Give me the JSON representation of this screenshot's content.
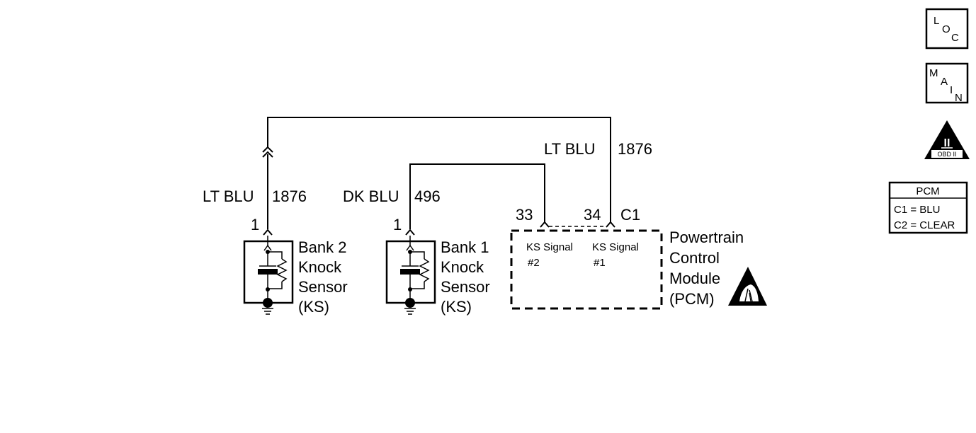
{
  "wires": {
    "left_color": "LT BLU",
    "left_circuit": "1876",
    "mid_color": "DK BLU",
    "mid_circuit": "496",
    "right_color": "LT BLU",
    "right_circuit": "1876"
  },
  "sensors": {
    "bank2": {
      "pin": "1",
      "line1": "Bank 2",
      "line2": "Knock",
      "line3": "Sensor",
      "line4": "(KS)"
    },
    "bank1": {
      "pin": "1",
      "line1": "Bank 1",
      "line2": "Knock",
      "line3": "Sensor",
      "line4": "(KS)"
    }
  },
  "pcm": {
    "pin_a": "33",
    "pin_b": "34",
    "connector": "C1",
    "signal2_line1": "KS Signal",
    "signal2_line2": "#2",
    "signal1_line1": "KS Signal",
    "signal1_line2": "#1",
    "name_line1": "Powertrain",
    "name_line2": "Control",
    "name_line3": "Module",
    "name_line4": "(PCM)"
  },
  "sidebar": {
    "loc_button": {
      "l1": "L",
      "l2": "O",
      "l3": "C"
    },
    "main_button": {
      "l1": "M",
      "l2": "A",
      "l3": "I",
      "l4": "N"
    },
    "obd_badge": {
      "numeral": "II",
      "caption": "OBD II"
    },
    "pcm_table": {
      "header": "PCM",
      "row1": "C1 = BLU",
      "row2": "C2 = CLEAR"
    }
  }
}
